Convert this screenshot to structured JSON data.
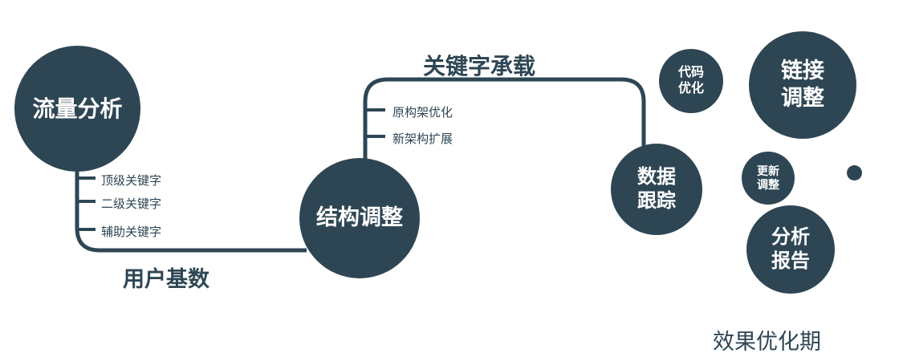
{
  "colors": {
    "primary": "#2e4654",
    "background": "#ffffff",
    "circle_text": "#ffffff"
  },
  "nodes": {
    "traffic_analysis": {
      "label": "流量分析"
    },
    "structure_adjustment": {
      "label": "结构调整"
    },
    "data_tracking": {
      "label_line1": "数据",
      "label_line2": "跟踪"
    },
    "code_optimization": {
      "label_line1": "代码",
      "label_line2": "优化"
    },
    "link_adjustment": {
      "label_line1": "链接",
      "label_line2": "调整"
    },
    "update_adjustment": {
      "label_line1": "更新",
      "label_line2": "调整"
    },
    "analysis_report": {
      "label_line1": "分析",
      "label_line2": "报告"
    }
  },
  "edge_labels": {
    "user_base": "用户基数",
    "keyword_bearing": "关键字承载"
  },
  "traffic_branches": [
    "顶级关键字",
    "二级关键字",
    "辅助关键字"
  ],
  "structure_branches": [
    "原构架优化",
    "新架构扩展"
  ],
  "stage_label": "效果优化期"
}
